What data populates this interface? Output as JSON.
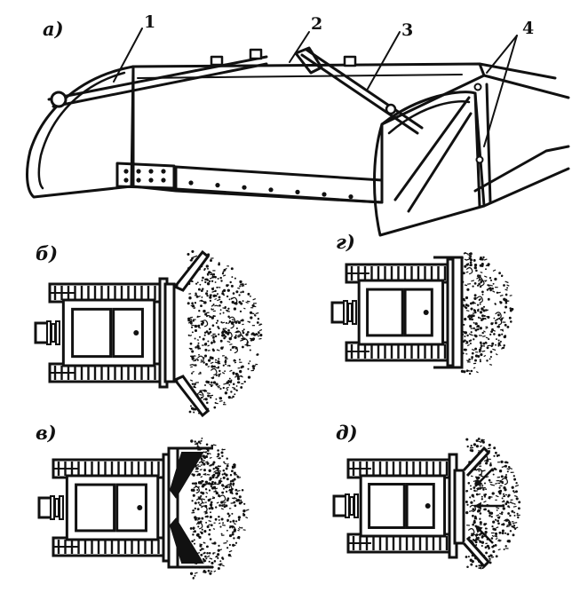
{
  "figure": {
    "panel_labels": [
      "а)",
      "б)",
      "в)",
      "г)",
      "д)"
    ],
    "callouts": [
      "1",
      "2",
      "3",
      "4"
    ]
  },
  "colors": {
    "ink": "#111111",
    "paper": "#ffffff"
  }
}
